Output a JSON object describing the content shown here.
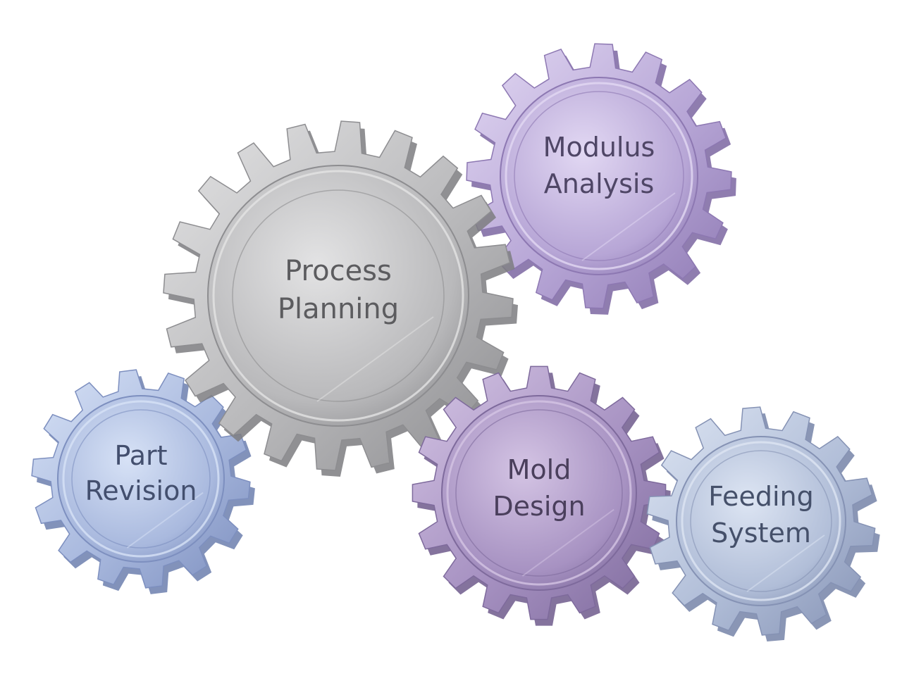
{
  "gears": [
    {
      "id": "process-planning",
      "lines": [
        "Process",
        "Planning"
      ],
      "teeth": 20,
      "colors": {
        "light": "#e3e3e4",
        "mid": "#b9b9bb",
        "dark": "#8d8d90",
        "rim": "#7d7d80",
        "text": "#5c5c5f"
      }
    },
    {
      "id": "modulus-analysis",
      "lines": [
        "Modulus",
        "Analysis"
      ],
      "teeth": 16,
      "colors": {
        "light": "#e2d8f3",
        "mid": "#b7a6d6",
        "dark": "#8d78b2",
        "rim": "#7b66a1",
        "text": "#4f4666"
      }
    },
    {
      "id": "part-revision",
      "lines": [
        "Part",
        "Revision"
      ],
      "teeth": 14,
      "colors": {
        "light": "#d7e2f6",
        "mid": "#a9b9de",
        "dark": "#7d8fbf",
        "rim": "#6c7fae",
        "text": "#434f6e"
      }
    },
    {
      "id": "mold-design",
      "lines": [
        "Mold",
        "Design"
      ],
      "teeth": 16,
      "colors": {
        "light": "#d4c4e4",
        "mid": "#a792c2",
        "dark": "#7e6a9c",
        "rim": "#6e5a8c",
        "text": "#4a3f5c"
      }
    },
    {
      "id": "feeding-system",
      "lines": [
        "Feeding",
        "System"
      ],
      "teeth": 14,
      "colors": {
        "light": "#dde5f3",
        "mid": "#b1bed8",
        "dark": "#8592b4",
        "rim": "#7584a8",
        "text": "#45506a"
      }
    }
  ]
}
